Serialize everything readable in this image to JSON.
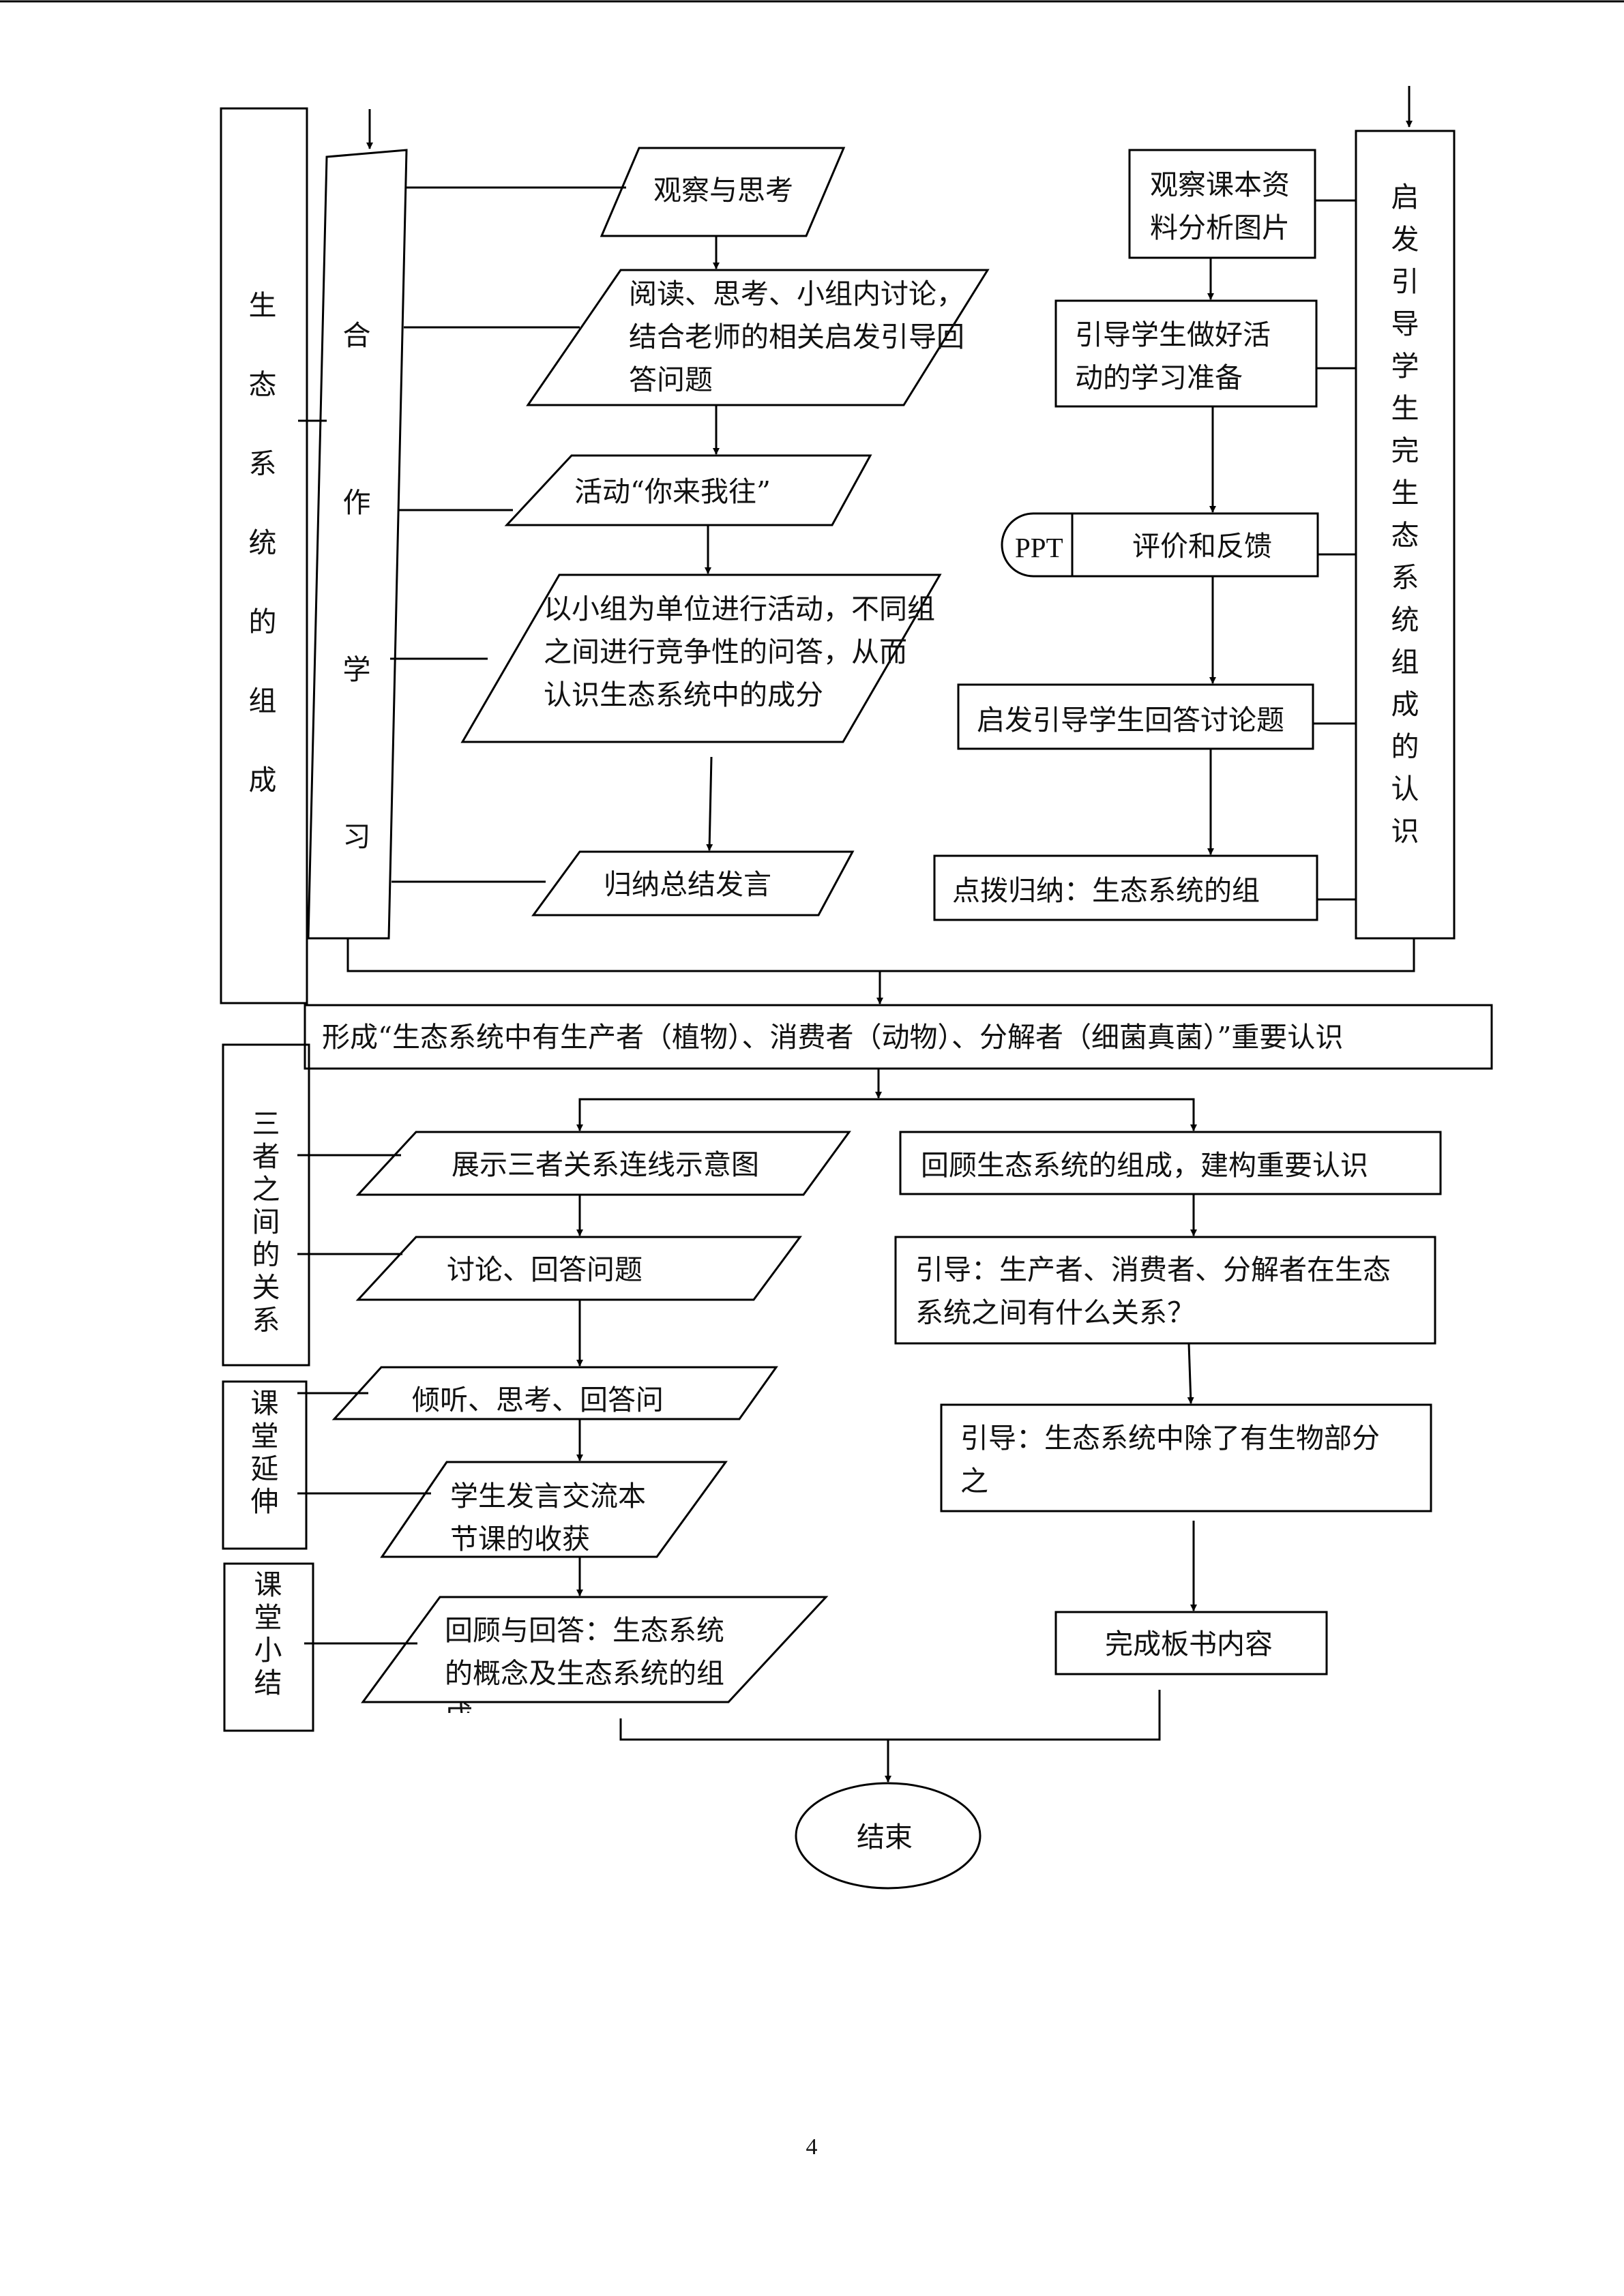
{
  "side_labels": {
    "ecosystem_composition": "生态系统的组成",
    "cooperative_learning": "合作学习",
    "teacher_guidance": "启发引导学生完生态系统组成的认识",
    "three_relationship": "三者之间的关系",
    "class_extension": "课堂延伸",
    "class_summary": "课堂小结"
  },
  "student_steps": {
    "observe_think": "观察与思考",
    "read_discuss_line1": "阅读、思考、小组内讨论，",
    "read_discuss_line2": "结合老师的相关启发引导回",
    "read_discuss_line3": "答问题",
    "activity": "活动“你来我往”",
    "group_activity_line1": "以小组为单位进行活动，不同组",
    "group_activity_line2": "之间进行竞争性的问答，从而",
    "group_activity_line3": "认识生态系统中的成分",
    "summarize_speak": "归纳总结发言"
  },
  "teacher_steps": {
    "observe_materials_line1": "观察课本资",
    "observe_materials_line2": "料分析图片",
    "guide_prepare_line1": "引导学生做好活",
    "guide_prepare_line2": "动的学习准备",
    "ppt": "PPT",
    "evaluate_feedback": "评价和反馈",
    "guide_answer": "启发引导学生回答讨论题",
    "point_summary": "点拨归纳：生态系统的组"
  },
  "conclusion_box": "形成“生态系统中有生产者（植物）、消费者（动物）、分解者（细菌真菌）”重要认识",
  "lower_left_steps": {
    "show_diagram": "展示三者关系连线示意图",
    "discuss_answer": "讨论、回答问题",
    "listen_think": "倾听、思考、回答问",
    "share_line1": "学生发言交流本",
    "share_line2": "节课的收获",
    "review_line1": "回顾与回答：生态系统",
    "review_line2": "的概念及生态系统的组",
    "review_line3": "成"
  },
  "lower_right_steps": {
    "review_build": "回顾生态系统的组成，建构重要认识",
    "guide_relation_line1": "引导：生产者、消费者、分解者在生态",
    "guide_relation_line2": "系统之间有什么关系？",
    "guide_nonliving_line1": "引导：生态系统中除了有生物部分",
    "guide_nonliving_line2": "之",
    "board_content": "完成板书内容"
  },
  "end_label": "结束",
  "page_number": "4"
}
